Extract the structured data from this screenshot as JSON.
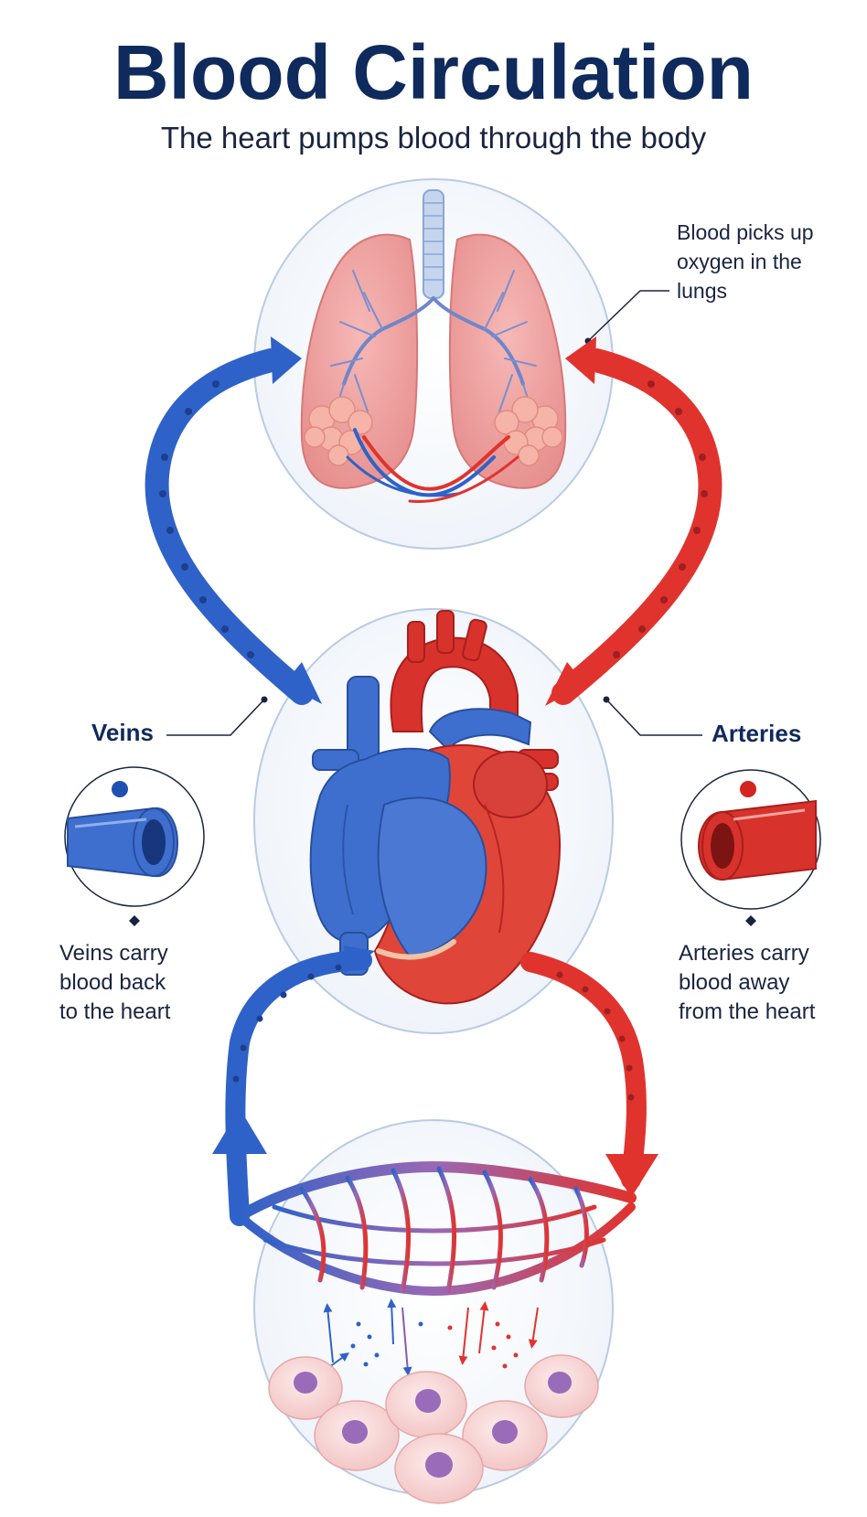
{
  "title": "Blood Circulation",
  "subtitle": "The heart pumps blood through the body",
  "lungs_note": [
    "Blood picks up",
    "oxygen in the",
    "lungs"
  ],
  "veins": {
    "label": "Veins",
    "desc": [
      "Veins carry",
      "blood back",
      "to the heart"
    ]
  },
  "arteries": {
    "label": "Arteries",
    "desc": [
      "Arteries carry",
      "blood away",
      "from the heart"
    ]
  },
  "colors": {
    "title": "#0f2a5c",
    "vein_blue": "#2f62c8",
    "artery_red": "#e0332e",
    "lung_pink": "#eea0a0",
    "circle_stroke": "#b9cbe3",
    "cell_purple": "#9a6bb8"
  }
}
